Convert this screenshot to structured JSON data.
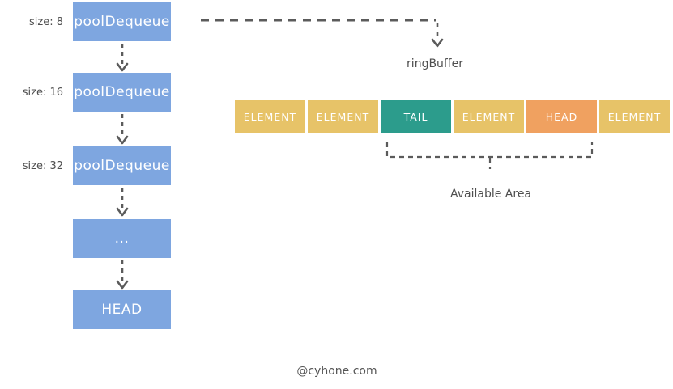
{
  "palette": {
    "box_blue": "#7EA6E0",
    "element_gold": "#E7C368",
    "tail_teal": "#2C9C8C",
    "head_orange": "#F0A160",
    "connector_gray": "#5B5B5B",
    "text_gray": "#4F4F4F",
    "text_white": "#FFFFFF"
  },
  "dequeue_chain": {
    "items": [
      {
        "label": "poolDequeue",
        "size_label": "size: 8"
      },
      {
        "label": "poolDequeue",
        "size_label": "size: 16"
      },
      {
        "label": "poolDequeue",
        "size_label": "size: 32"
      },
      {
        "label": "...",
        "size_label": ""
      },
      {
        "label": "HEAD",
        "size_label": ""
      }
    ]
  },
  "ring_buffer": {
    "label": "ringBuffer",
    "cells": [
      {
        "label": "ELEMENT",
        "type": "element"
      },
      {
        "label": "ELEMENT",
        "type": "element"
      },
      {
        "label": "TAIL",
        "type": "tail"
      },
      {
        "label": "ELEMENT",
        "type": "element"
      },
      {
        "label": "HEAD",
        "type": "head"
      },
      {
        "label": "ELEMENT",
        "type": "element"
      }
    ],
    "annotation": "Available Area"
  },
  "footer": {
    "credit": "@cyhone.com"
  }
}
